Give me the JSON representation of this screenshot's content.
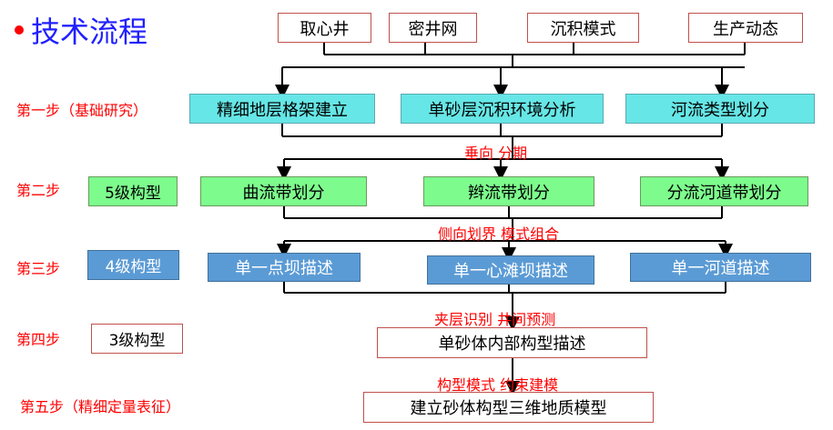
{
  "title": "技术流程",
  "colors": {
    "title": "#2020ff",
    "step_text": "#ff0000",
    "teal": "#66e6e6",
    "green": "#7dfc8d",
    "blue": "#5b9bd5"
  },
  "sources": [
    "取心井",
    "密井网",
    "沉积模式",
    "生产动态"
  ],
  "steps": {
    "step1": "第一步（基础研究）",
    "step2": "第二步",
    "step3": "第三步",
    "step4": "第四步",
    "step5": "第五步（精细定量表征）"
  },
  "levels": {
    "level5": "5级构型",
    "level4": "4级构型",
    "level3": "3级构型"
  },
  "row1": [
    "精细地层格架建立",
    "单砂层沉积环境分析",
    "河流类型划分"
  ],
  "row2": [
    "曲流带划分",
    "辫流带划分",
    "分流河道带划分"
  ],
  "row3": [
    "单一点坝描述",
    "单一心滩坝描述",
    "单一河道描述"
  ],
  "row4": "单砂体内部构型描述",
  "row5": "建立砂体构型三维地质模型",
  "connectors": {
    "c1": "垂向  分期",
    "c2": "侧向划界 模式组合",
    "c3": "夹层识别  井间预测",
    "c4": "构型模式  约束建模"
  }
}
